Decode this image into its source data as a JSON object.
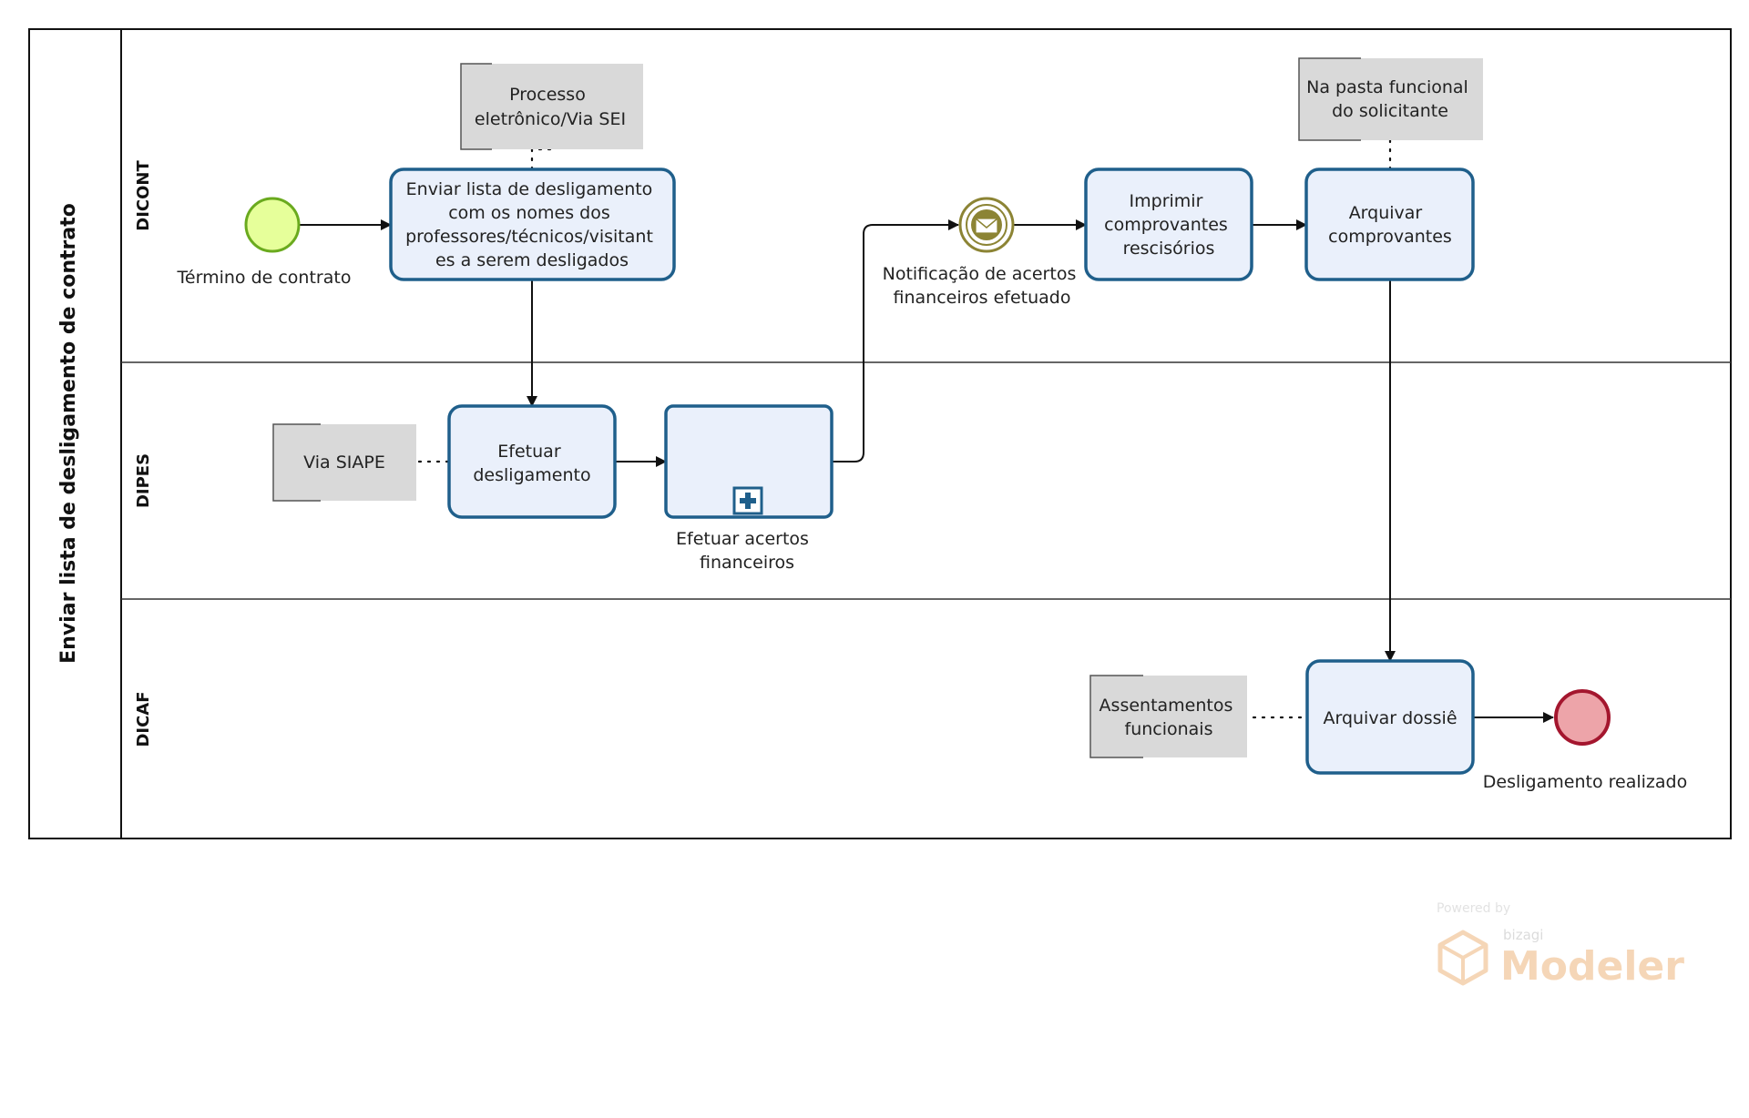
{
  "pool": {
    "name": "Enviar lista de desligamento de contrato"
  },
  "lanes": [
    {
      "id": "dicont",
      "name": "DICONT"
    },
    {
      "id": "dipes",
      "name": "DIPES"
    },
    {
      "id": "dicaf",
      "name": "DICAF"
    }
  ],
  "events": {
    "start": {
      "label": "Término de contrato"
    },
    "message": {
      "label": [
        "Notificação de acertos",
        "financeiros efetuado"
      ]
    },
    "end": {
      "label": "Desligamento realizado"
    }
  },
  "tasks": {
    "enviar_lista": {
      "label": [
        "Enviar lista de desligamento",
        "com os nomes dos",
        "professores/técnicos/visitant",
        "es a serem desligados"
      ]
    },
    "efetuar_desligamento": {
      "label": [
        "Efetuar",
        "desligamento"
      ]
    },
    "efetuar_acertos": {
      "label": [
        "Efetuar acertos",
        "financeiros"
      ]
    },
    "imprimir": {
      "label": [
        "Imprimir",
        "comprovantes",
        "rescisórios"
      ]
    },
    "arquivar_comprovantes": {
      "label": [
        "Arquivar",
        "comprovantes"
      ]
    },
    "arquivar_dossie": {
      "label": [
        "Arquivar dossiê"
      ]
    }
  },
  "annotations": {
    "processo": {
      "text": [
        "Processo",
        "eletrônico/Via SEI"
      ]
    },
    "siape": {
      "text": [
        "Via SIAPE"
      ]
    },
    "pasta": {
      "text": [
        "Na pasta funcional",
        "do solicitante"
      ]
    },
    "assentamentos": {
      "text": [
        "Assentamentos",
        "funcionais"
      ]
    }
  },
  "watermark": {
    "powered": "Powered by",
    "brand": "bizagi",
    "product": "Modeler"
  },
  "colors": {
    "task_fill": "#eaf0fb",
    "task_stroke": "#1f5f8b",
    "start_fill": "#e6ff9a",
    "start_stroke": "#6aaa1e",
    "end_fill": "#eda4a9",
    "end_stroke": "#a4162e",
    "message_stroke": "#8c8434",
    "annotation_fill": "#d9d9d9",
    "watermark": "#f2c9a0"
  }
}
